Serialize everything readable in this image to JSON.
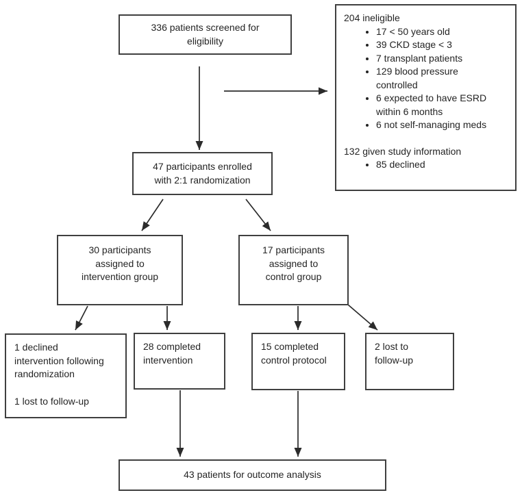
{
  "colors": {
    "background": "#ffffff",
    "border": "#3f3f3f",
    "line": "#2b2b2b",
    "text": "#242424"
  },
  "boxes": {
    "screened": "336 patients screened for\neligibility",
    "ineligible": {
      "title": "204 ineligible",
      "bullets": [
        "17 < 50 years old",
        "39 CKD stage < 3",
        "7 transplant patients",
        "129 blood pressure\ncontrolled",
        "6 expected to have ESRD\nwithin 6 months",
        "6 not self-managing meds"
      ],
      "info_title": "132 given study information",
      "info_bullets": [
        "85 declined"
      ]
    },
    "enrolled": "47 participants enrolled\nwith 2:1 randomization",
    "intervention_group": "30 participants\nassigned to\nintervention group",
    "control_group": "17 participants\nassigned to\ncontrol group",
    "declined_intervention": "1 declined\nintervention following\nrandomization",
    "declined_intervention_lost": "1 lost to follow-up",
    "completed_intervention": "28 completed\nintervention",
    "completed_control": "15 completed\ncontrol protocol",
    "lost_followup": "2 lost to\nfollow-up",
    "outcome": "43 patients for outcome analysis"
  }
}
